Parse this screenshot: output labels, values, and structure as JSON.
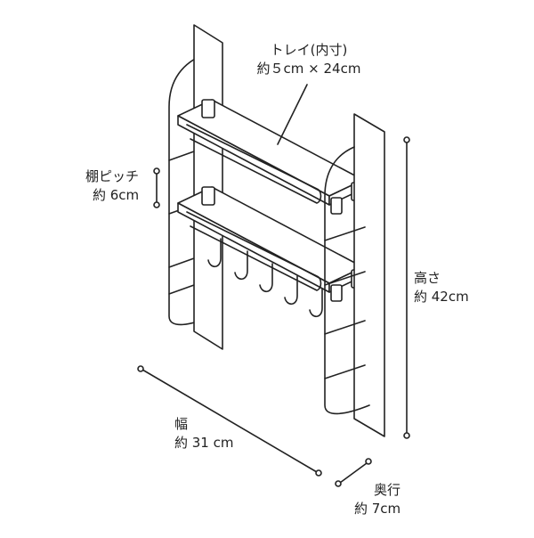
{
  "labels": {
    "tray": {
      "title": "トレイ(内寸)",
      "value": "約５cm × 24cm"
    },
    "shelf_pitch": {
      "title": "棚ピッチ",
      "value": "約 6cm"
    },
    "height": {
      "title": "高さ",
      "value": "約 42cm"
    },
    "width": {
      "title": "幅",
      "value": "約 31 cm"
    },
    "depth": {
      "title": "奥行",
      "value": "約 7cm"
    }
  },
  "colors": {
    "line": "#222222",
    "fill": "#ffffff"
  }
}
